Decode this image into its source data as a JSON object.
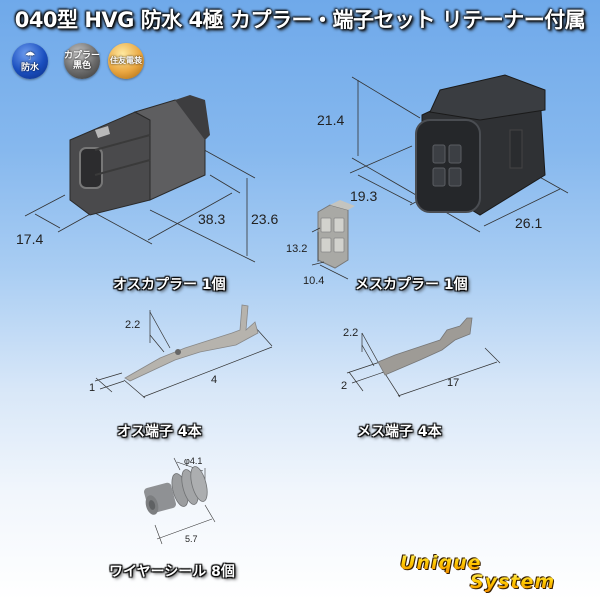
{
  "title": "040型 HVG 防水 4極 カプラー・端子セット リテーナー付属",
  "badges": [
    {
      "icon": "umbrella-icon",
      "label": "防水",
      "color": "#1a4fbf"
    },
    {
      "label_line1": "カプラー",
      "label_line2": "黒色",
      "color": "#6a6a6a"
    },
    {
      "label": "住友電装",
      "color": "#e9a640"
    }
  ],
  "parts": {
    "male_coupler": {
      "label": "オスカプラー 1個",
      "dims": {
        "width": "17.4",
        "length": "38.3",
        "height": "23.6"
      }
    },
    "female_coupler": {
      "label": "メスカプラー 1個",
      "dims": {
        "height": "21.4",
        "width": "19.3",
        "length": "26.1"
      }
    },
    "retainer": {
      "dims": {
        "height": "13.2",
        "width": "10.4"
      }
    },
    "male_terminal": {
      "label": "オス端子 4本",
      "dims": {
        "height": "2.2",
        "width": "1",
        "length": "4"
      }
    },
    "female_terminal": {
      "label": "メス端子 4本",
      "dims": {
        "height": "2.2",
        "width": "2",
        "length": "17"
      }
    },
    "wire_seal": {
      "label": "ワイヤーシール 8個",
      "dims": {
        "diameter": "φ4.1",
        "length": "5.7"
      }
    }
  },
  "logo": {
    "line1": "Unique",
    "line2": "System"
  }
}
